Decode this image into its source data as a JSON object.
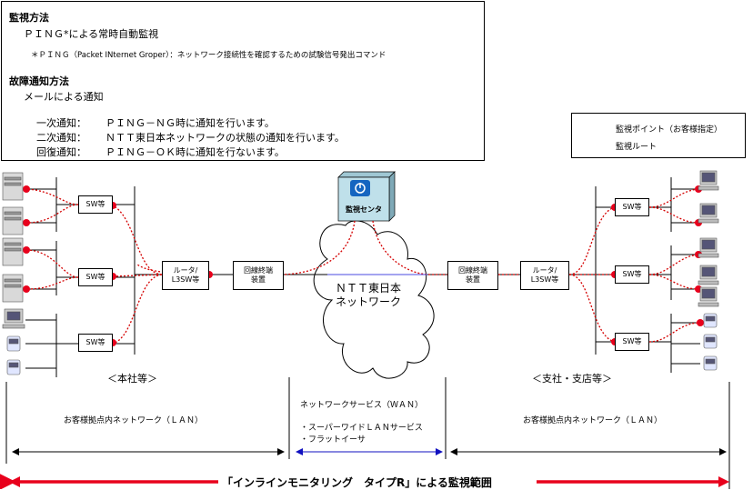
{
  "monitoring": {
    "title": "監視方法",
    "line1": "ＰＩＮＧ*による常時自動監視",
    "line2": "＊ＰＩＮＧ（Packet INternet Groper）：ネットワーク接続性を確認するための試験信号発出コマンド"
  },
  "notify": {
    "title": "故障通知方法",
    "line1": "メールによる通知",
    "rows": [
      {
        "label": "一次通知：",
        "text": "ＰＩＮＧ－ＮＧ時に通知を行います。"
      },
      {
        "label": "二次通知：",
        "text": "ＮＴＴ東日本ネットワークの状態の通知を行います。"
      },
      {
        "label": "回復通知：",
        "text": "ＰＩＮＧ－ＯＫ時に通知を行ないます。"
      }
    ]
  },
  "legend": {
    "point": "監視ポイント（お客様指定）",
    "route": "監視ルート"
  },
  "colors": {
    "point": "#e8001c",
    "route": "#d40000",
    "arrow_blue": "#1010c0",
    "center_box": "#bfe0ea"
  },
  "nodes": {
    "sw": "SW等",
    "router_left": "ルータ/\nL3SW等",
    "router_right": "ルータ/\nL3SW等",
    "term_left": "回線終端\n装置",
    "term_right": "回線終端\n装置",
    "center": "監視センタ",
    "cloud": "ＮＴＴ東日本\nネットワーク"
  },
  "sites": {
    "hq": "＜本社等＞",
    "branch": "＜支社・支店等＞"
  },
  "bottom": {
    "lan_left": "お客様拠点内ネットワーク（ＬＡＮ）",
    "wan_title": "ネットワークサービス（ＷＡＮ）",
    "wan_item1": "・スーパーワイドＬＡＮサービス",
    "wan_item2": "・フラットイーサ",
    "lan_right": "お客様拠点内ネットワーク（ＬＡＮ）",
    "scope": "「インラインモニタリング　タイプR」による監視範囲"
  }
}
